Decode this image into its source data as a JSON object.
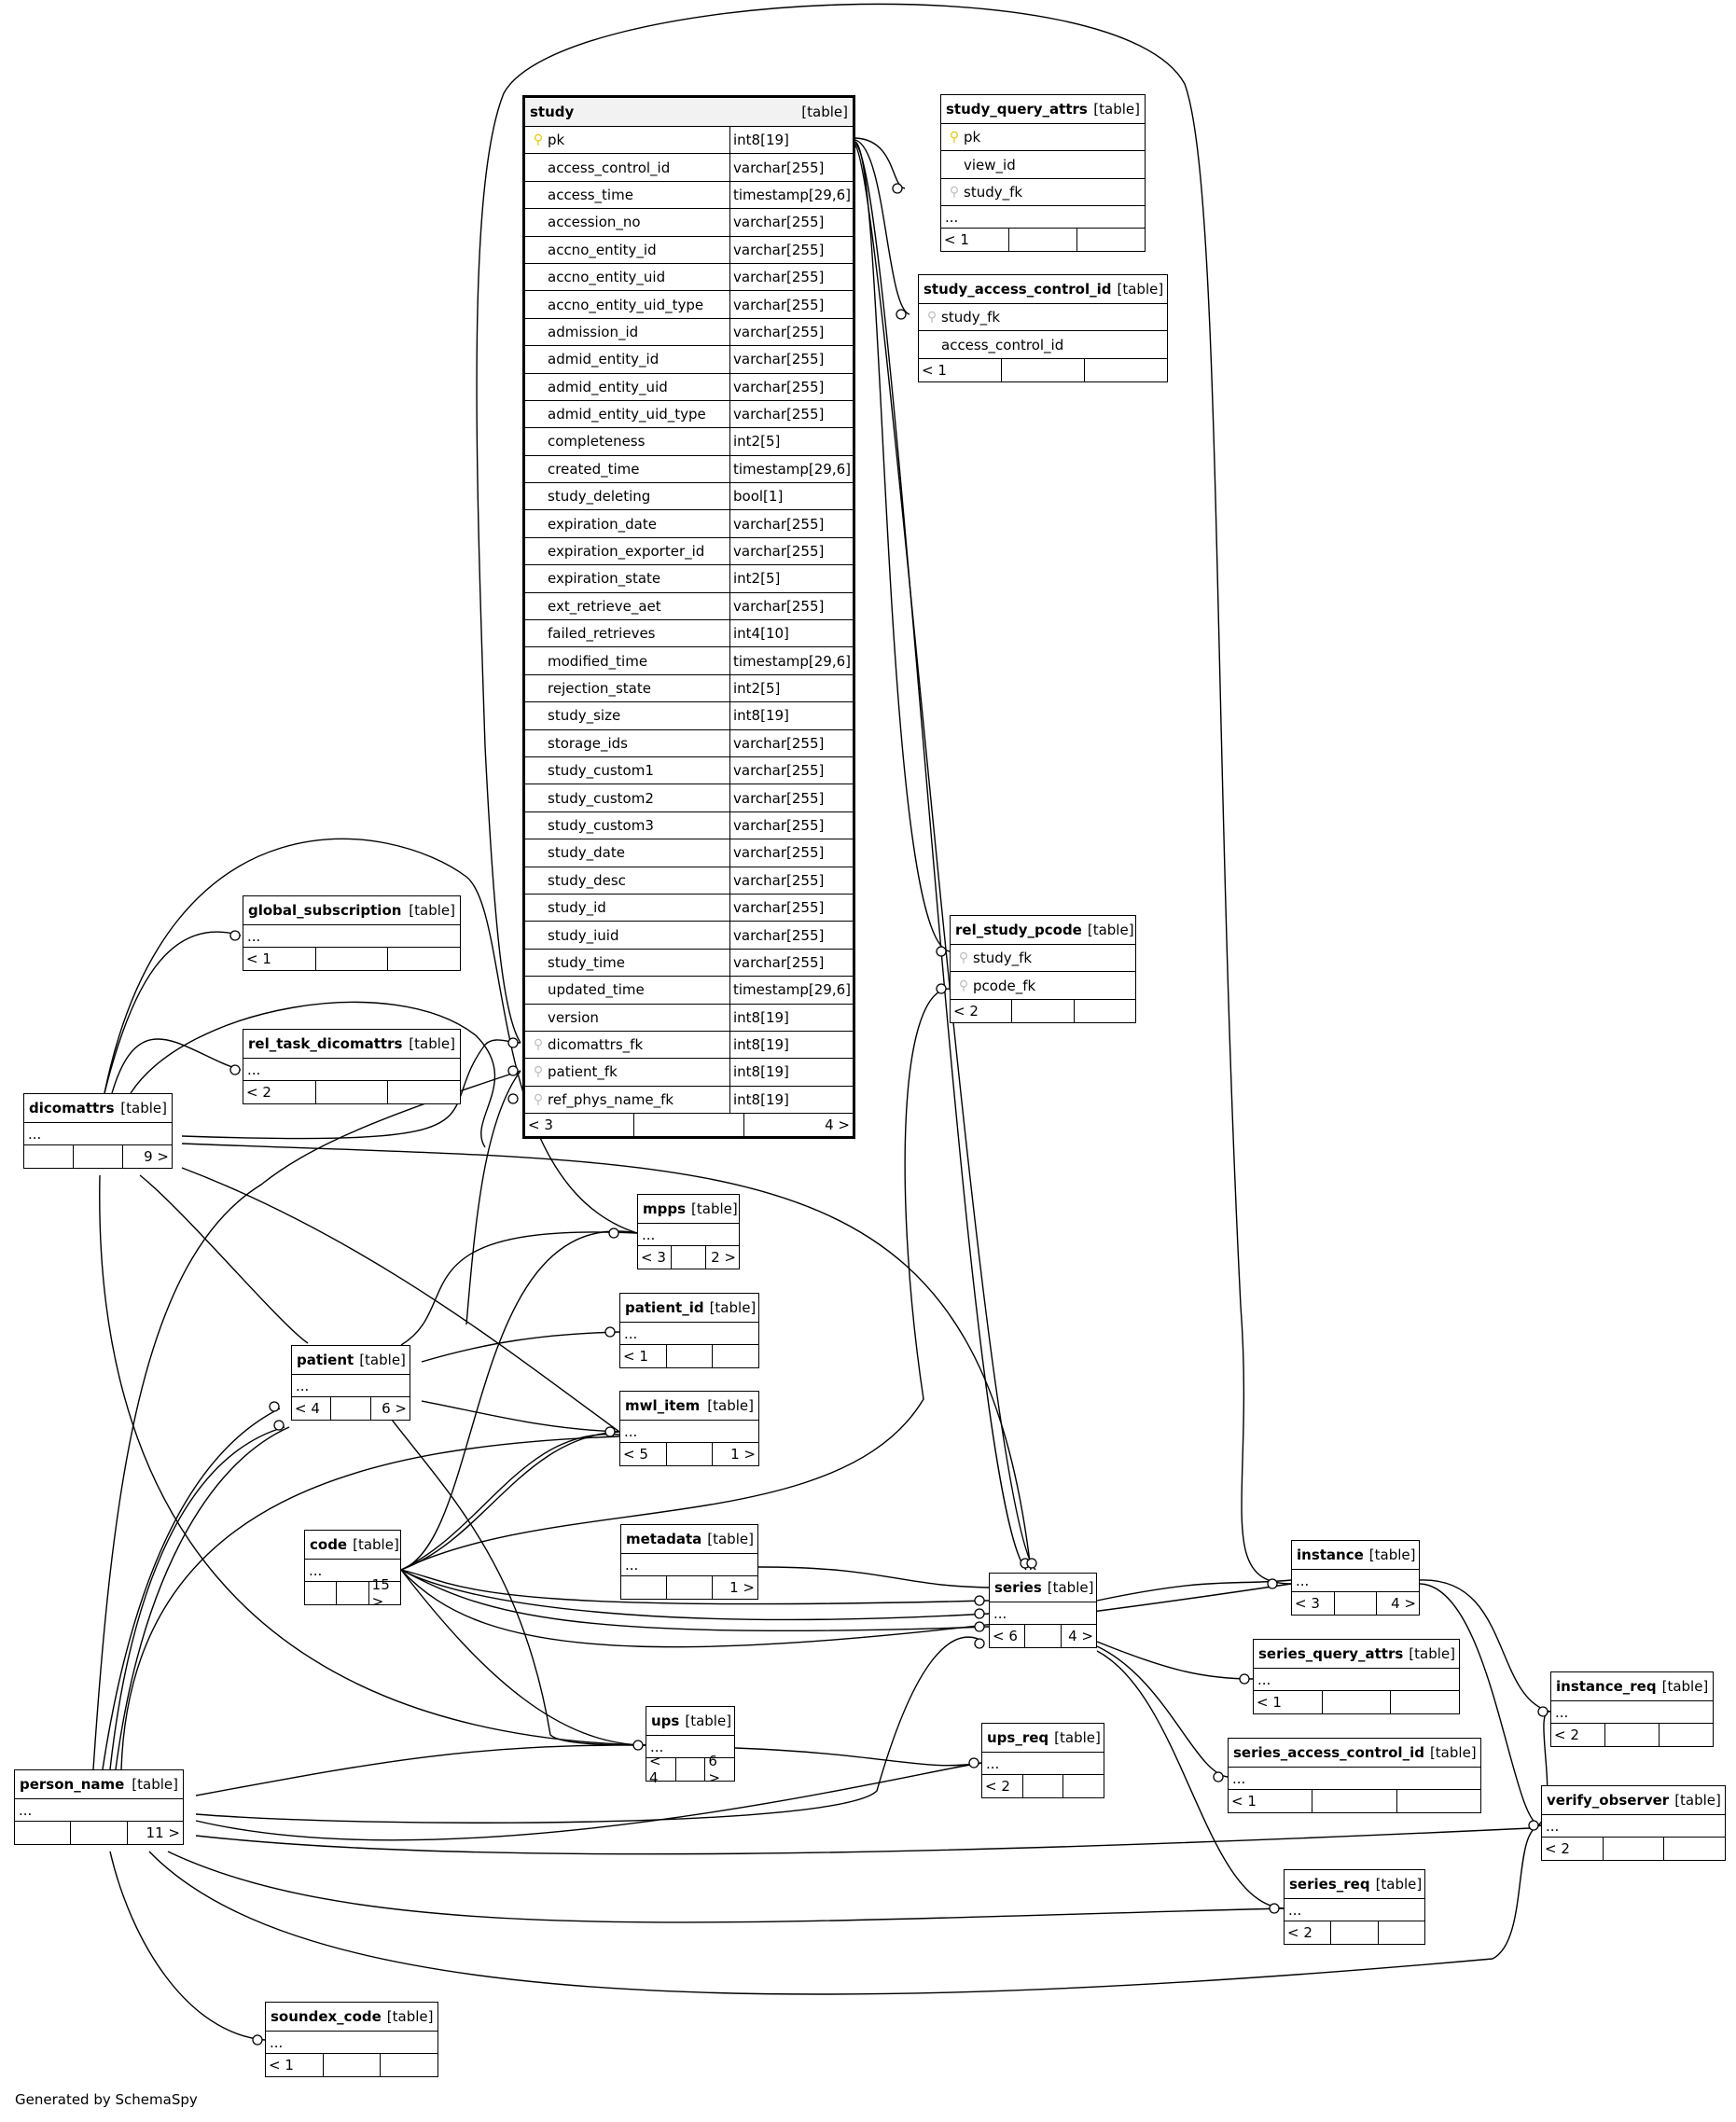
{
  "type_label": "[table]",
  "credit": "Generated by SchemaSpy",
  "study": {
    "name": "study",
    "columns": [
      {
        "name": "pk",
        "type": "int8[19]",
        "key": "pk"
      },
      {
        "name": "access_control_id",
        "type": "varchar[255]"
      },
      {
        "name": "access_time",
        "type": "timestamp[29,6]"
      },
      {
        "name": "accession_no",
        "type": "varchar[255]"
      },
      {
        "name": "accno_entity_id",
        "type": "varchar[255]"
      },
      {
        "name": "accno_entity_uid",
        "type": "varchar[255]"
      },
      {
        "name": "accno_entity_uid_type",
        "type": "varchar[255]"
      },
      {
        "name": "admission_id",
        "type": "varchar[255]"
      },
      {
        "name": "admid_entity_id",
        "type": "varchar[255]"
      },
      {
        "name": "admid_entity_uid",
        "type": "varchar[255]"
      },
      {
        "name": "admid_entity_uid_type",
        "type": "varchar[255]"
      },
      {
        "name": "completeness",
        "type": "int2[5]"
      },
      {
        "name": "created_time",
        "type": "timestamp[29,6]"
      },
      {
        "name": "study_deleting",
        "type": "bool[1]"
      },
      {
        "name": "expiration_date",
        "type": "varchar[255]"
      },
      {
        "name": "expiration_exporter_id",
        "type": "varchar[255]"
      },
      {
        "name": "expiration_state",
        "type": "int2[5]"
      },
      {
        "name": "ext_retrieve_aet",
        "type": "varchar[255]"
      },
      {
        "name": "failed_retrieves",
        "type": "int4[10]"
      },
      {
        "name": "modified_time",
        "type": "timestamp[29,6]"
      },
      {
        "name": "rejection_state",
        "type": "int2[5]"
      },
      {
        "name": "study_size",
        "type": "int8[19]"
      },
      {
        "name": "storage_ids",
        "type": "varchar[255]"
      },
      {
        "name": "study_custom1",
        "type": "varchar[255]"
      },
      {
        "name": "study_custom2",
        "type": "varchar[255]"
      },
      {
        "name": "study_custom3",
        "type": "varchar[255]"
      },
      {
        "name": "study_date",
        "type": "varchar[255]"
      },
      {
        "name": "study_desc",
        "type": "varchar[255]"
      },
      {
        "name": "study_id",
        "type": "varchar[255]"
      },
      {
        "name": "study_iuid",
        "type": "varchar[255]"
      },
      {
        "name": "study_time",
        "type": "varchar[255]"
      },
      {
        "name": "updated_time",
        "type": "timestamp[29,6]"
      },
      {
        "name": "version",
        "type": "int8[19]"
      },
      {
        "name": "dicomattrs_fk",
        "type": "int8[19]",
        "key": "fk"
      },
      {
        "name": "patient_fk",
        "type": "int8[19]",
        "key": "fk"
      },
      {
        "name": "ref_phys_name_fk",
        "type": "int8[19]",
        "key": "fk"
      }
    ],
    "footer": [
      "< 3",
      "",
      "4 >"
    ]
  },
  "study_query_attrs": {
    "name": "study_query_attrs",
    "columns": [
      {
        "name": "pk",
        "key": "pk"
      },
      {
        "name": "view_id"
      },
      {
        "name": "study_fk",
        "key": "fk"
      }
    ],
    "ellipsis": "...",
    "footer": [
      "< 1",
      "",
      ""
    ]
  },
  "study_access_control_id": {
    "name": "study_access_control_id",
    "columns": [
      {
        "name": "study_fk",
        "key": "fk"
      },
      {
        "name": "access_control_id"
      }
    ],
    "footer": [
      "< 1",
      "",
      ""
    ]
  },
  "rel_study_pcode": {
    "name": "rel_study_pcode",
    "columns": [
      {
        "name": "study_fk",
        "key": "fk"
      },
      {
        "name": "pcode_fk",
        "key": "fk"
      }
    ],
    "footer": [
      "< 2",
      "",
      ""
    ]
  },
  "global_subscription": {
    "name": "global_subscription",
    "ellipsis": "...",
    "footer": [
      "< 1",
      "",
      ""
    ]
  },
  "rel_task_dicomattrs": {
    "name": "rel_task_dicomattrs",
    "ellipsis": "...",
    "footer": [
      "< 2",
      "",
      ""
    ]
  },
  "dicomattrs": {
    "name": "dicomattrs",
    "ellipsis": "...",
    "footer": [
      "",
      "",
      "9 >"
    ]
  },
  "mpps": {
    "name": "mpps",
    "ellipsis": "...",
    "footer": [
      "< 3",
      "",
      "2 >"
    ]
  },
  "patient_id": {
    "name": "patient_id",
    "ellipsis": "...",
    "footer": [
      "< 1",
      "",
      ""
    ]
  },
  "patient": {
    "name": "patient",
    "ellipsis": "...",
    "footer": [
      "< 4",
      "",
      "6 >"
    ]
  },
  "mwl_item": {
    "name": "mwl_item",
    "ellipsis": "...",
    "footer": [
      "< 5",
      "",
      "1 >"
    ]
  },
  "code": {
    "name": "code",
    "ellipsis": "...",
    "footer": [
      "",
      "",
      "15 >"
    ]
  },
  "metadata": {
    "name": "metadata",
    "ellipsis": "...",
    "footer": [
      "",
      "",
      "1 >"
    ]
  },
  "series": {
    "name": "series",
    "ellipsis": "...",
    "footer": [
      "< 6",
      "",
      "4 >"
    ]
  },
  "instance": {
    "name": "instance",
    "ellipsis": "...",
    "footer": [
      "< 3",
      "",
      "4 >"
    ]
  },
  "series_query_attrs": {
    "name": "series_query_attrs",
    "ellipsis": "...",
    "footer": [
      "< 1",
      "",
      ""
    ]
  },
  "instance_req": {
    "name": "instance_req",
    "ellipsis": "...",
    "footer": [
      "< 2",
      "",
      ""
    ]
  },
  "series_access_control_id": {
    "name": "series_access_control_id",
    "ellipsis": "...",
    "footer": [
      "< 1",
      "",
      ""
    ]
  },
  "verify_observer": {
    "name": "verify_observer",
    "ellipsis": "...",
    "footer": [
      "< 2",
      "",
      ""
    ]
  },
  "ups": {
    "name": "ups",
    "ellipsis": "...",
    "footer": [
      "< 4",
      "",
      "6 >"
    ]
  },
  "ups_req": {
    "name": "ups_req",
    "ellipsis": "...",
    "footer": [
      "< 2",
      "",
      ""
    ]
  },
  "person_name": {
    "name": "person_name",
    "ellipsis": "...",
    "footer": [
      "",
      "",
      "11 >"
    ]
  },
  "series_req": {
    "name": "series_req",
    "ellipsis": "...",
    "footer": [
      "< 2",
      "",
      ""
    ]
  },
  "soundex_code": {
    "name": "soundex_code",
    "ellipsis": "...",
    "footer": [
      "< 1",
      "",
      ""
    ]
  }
}
